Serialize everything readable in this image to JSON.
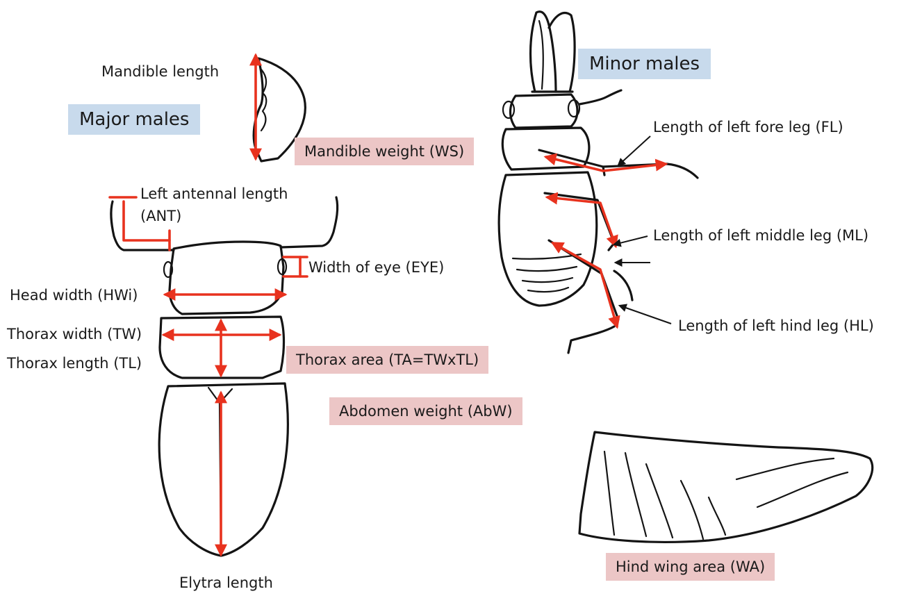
{
  "labels": {
    "mandible_length": "Mandible length",
    "major_males": "Major males",
    "minor_males": "Minor males",
    "mandible_weight": "Mandible weight (WS)",
    "antennal_length_line1": "Left antennal length",
    "antennal_length_line2": "(ANT)",
    "eye_width": "Width of eye (EYE)",
    "head_width": "Head width (HWi)",
    "thorax_width": "Thorax width (TW)",
    "thorax_length": "Thorax length (TL)",
    "thorax_area": "Thorax area (TA=TWxTL)",
    "abdomen_weight": "Abdomen weight (AbW)",
    "elytra_length": "Elytra length",
    "fore_leg": "Length of left fore leg (FL)",
    "middle_leg": "Length of  left middle leg (ML)",
    "hind_leg": "Length of left hind leg (HL)",
    "hind_wing_area": "Hind wing area (WA)"
  },
  "colors": {
    "measure": "#e8321e",
    "ink": "#141414",
    "major_label_bg": "#c8daec",
    "metric_label_bg": "#ecc6c6"
  }
}
